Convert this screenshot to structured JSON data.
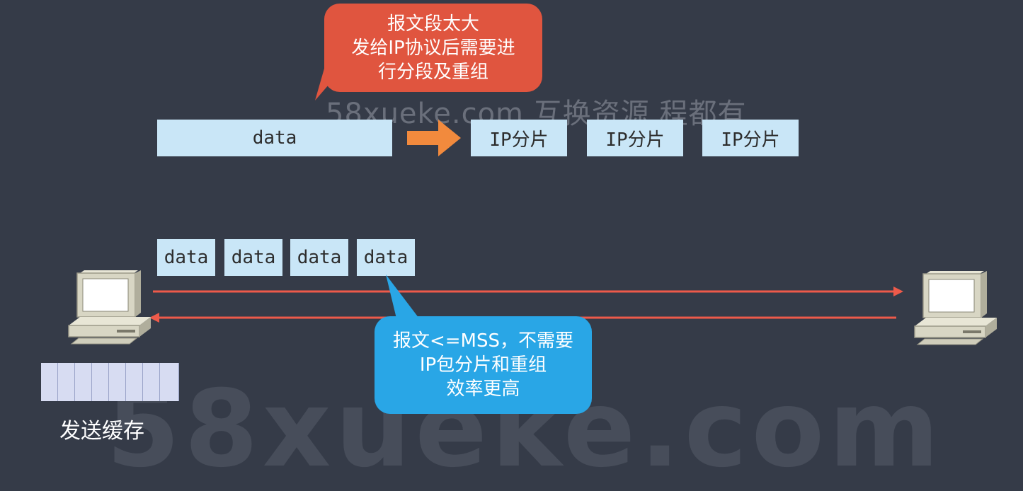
{
  "top_callout": {
    "lines": [
      "报文段太大",
      "发给IP协议后需要进",
      "行分段及重组"
    ],
    "color": "#e0553f"
  },
  "watermark_small": "58xueke.com 互换资源 程都有",
  "watermark_big": "58xueke.com",
  "segment": {
    "data_label": "data",
    "fragments": [
      "IP分片",
      "IP分片",
      "IP分片"
    ],
    "arrow_color": "#f28a3d"
  },
  "packets": [
    "data",
    "data",
    "data",
    "data"
  ],
  "bottom_callout": {
    "lines": [
      "报文<=MSS，不需要",
      "IP包分片和重组",
      "效率更高"
    ],
    "color": "#29a6e6"
  },
  "send_buffer_label": "发送缓存",
  "link_color": "#ee5a4a",
  "box_color": "#c9e6f7"
}
